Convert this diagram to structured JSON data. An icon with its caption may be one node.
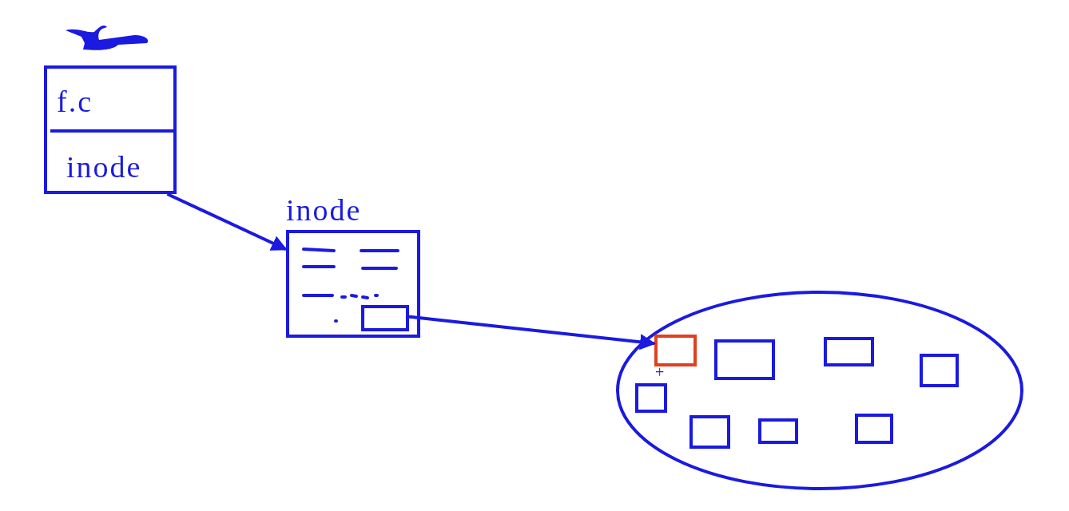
{
  "diagram": {
    "nodes": [
      {
        "text": [],
        "shape": "box"
      },
      {
        "text": [
          "f.c"
        ],
        "in": 0
      },
      {
        "text": [
          "inode"
        ],
        "in": 0
      },
      {
        "text": [
          "inode"
        ]
      },
      {
        "text": [],
        "shape": "box",
        "in": 3
      },
      {
        "text": [],
        "shape": "ellipse"
      },
      {
        "text": [],
        "shape": "box",
        "in": 5
      },
      {
        "text": [],
        "shape": "box",
        "in": 5
      },
      {
        "text": [],
        "shape": "box",
        "in": 5
      },
      {
        "text": [],
        "shape": "box",
        "in": 5
      },
      {
        "text": [],
        "shape": "box",
        "in": 5
      },
      {
        "text": [],
        "shape": "box",
        "in": 5
      },
      {
        "text": [],
        "shape": "box",
        "in": 5
      },
      {
        "text": [],
        "shape": "box",
        "in": 5
      }
    ],
    "edges": [
      {
        "from": 2,
        "to": 3,
        "arrow": "to"
      },
      {
        "from": 4,
        "to": 6,
        "arrow": "to"
      }
    ],
    "labels": [
      "+"
    ]
  }
}
